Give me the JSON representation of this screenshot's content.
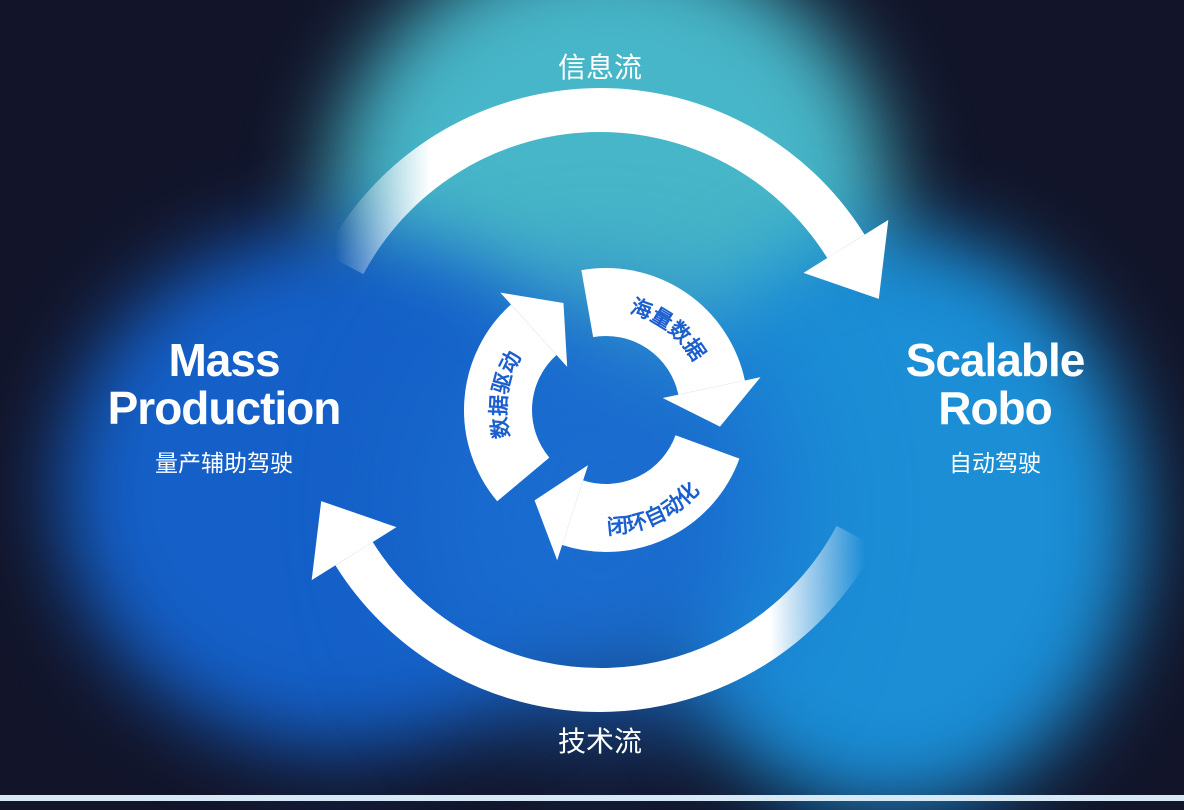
{
  "top_flow": "信息流",
  "bottom_flow": "技术流",
  "left": {
    "title_line1": "Mass",
    "title_line2": "Production",
    "subtitle": "量产辅助驾驶"
  },
  "right": {
    "title_line1": "Scalable",
    "title_line2": "Robo",
    "subtitle": "自动驾驶"
  },
  "cycle": {
    "top": "海量数据",
    "bottom": "闭环自动化",
    "left": "数据驱动"
  },
  "colors": {
    "background": "#12152a",
    "teal": "#47b6c8",
    "blue": "#1460c8",
    "ring_text": "#1b5fcf"
  }
}
